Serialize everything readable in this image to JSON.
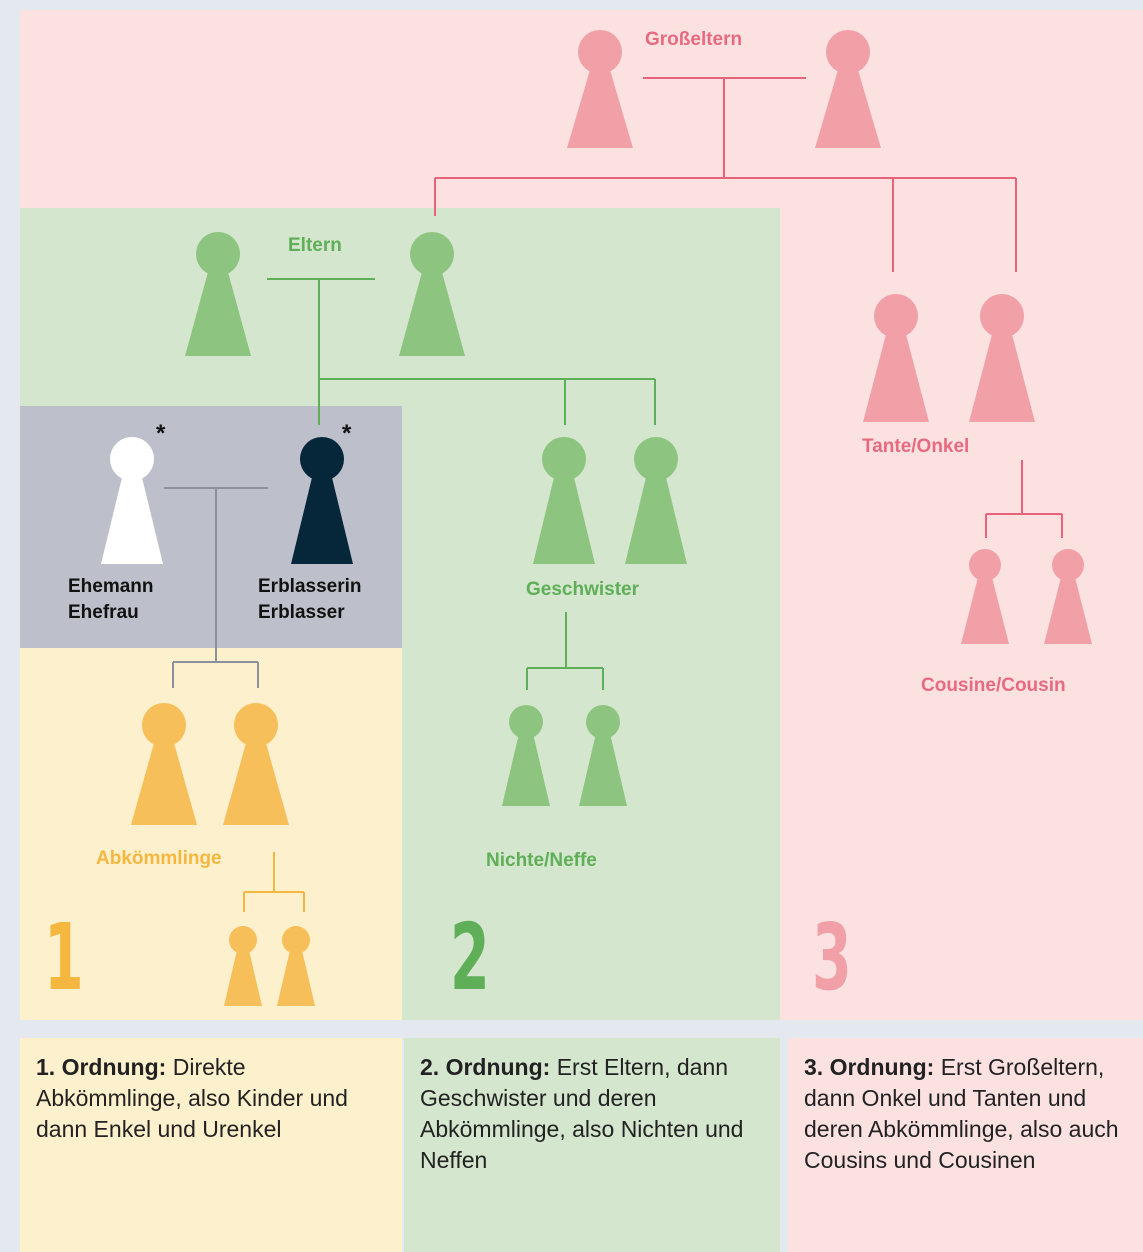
{
  "labels": {
    "grosseltern": "Großeltern",
    "eltern": "Eltern",
    "tante_onkel": "Tante/Onkel",
    "cousine_cousin": "Cousine/Cousin",
    "geschwister": "Geschwister",
    "nichte_neffe": "Nichte/Neffe",
    "abkoemmlinge": "Abkömmlinge",
    "ehemann": "Ehemann",
    "ehefrau": "Ehefrau",
    "erblasserin": "Erblasserin",
    "erblasser": "Erblasser",
    "star": "*"
  },
  "orders": [
    {
      "number": "1",
      "title": "1. Ordnung:",
      "text": "Direkte Abkömmlinge, also Kinder und dann Enkel und Urenkel"
    },
    {
      "number": "2",
      "title": "2. Ordnung:",
      "text": "Erst Eltern, dann Geschwister und deren Abkömmlinge, also Nichten und Neffen"
    },
    {
      "number": "3",
      "title": "3. Ordnung:",
      "text": "Erst Groß­eltern, dann Onkel und Tanten und deren Ab­kömmlinge, also auch Cousins und Cousinen"
    }
  ],
  "colors": {
    "pink": "#f2a0a8",
    "pink_line": "#e8627a",
    "green": "#8dc47f",
    "green_line": "#5fae58",
    "yellow": "#f7bf5a",
    "yellow_line": "#f5b740",
    "white": "#ffffff",
    "navy": "#06263a",
    "gray_line": "#8c909c"
  }
}
